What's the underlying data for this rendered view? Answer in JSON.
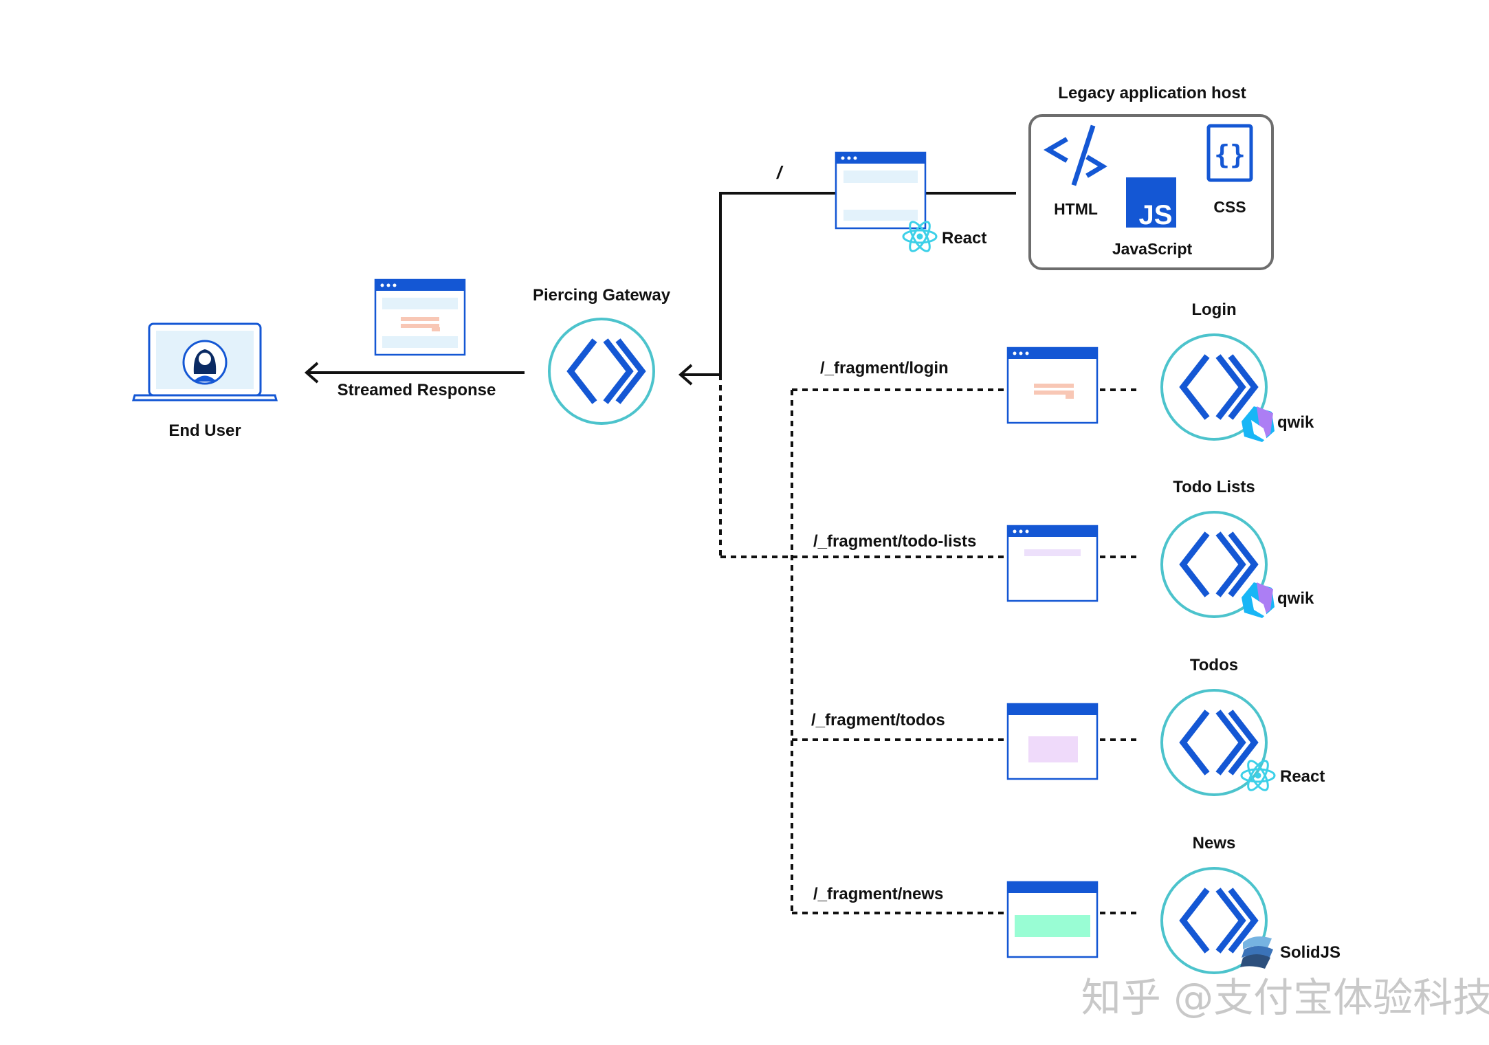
{
  "end_user": {
    "label": "End User"
  },
  "streamed_response": {
    "label": "Streamed Response"
  },
  "gateway": {
    "label": "Piercing Gateway"
  },
  "legacy": {
    "title": "Legacy application host",
    "route": "/",
    "framework": "React",
    "html_label": "HTML",
    "js_badge": "JS",
    "js_label": "JavaScript",
    "css_label": "CSS"
  },
  "fragments": [
    {
      "name": "Login",
      "route": "/_fragment/login",
      "framework": "qwik"
    },
    {
      "name": "Todo Lists",
      "route": "/_fragment/todo-lists",
      "framework": "qwik"
    },
    {
      "name": "Todos",
      "route": "/_fragment/todos",
      "framework": "React"
    },
    {
      "name": "News",
      "route": "/_fragment/news",
      "framework": "SolidJS"
    }
  ],
  "watermark": "知乎 @支付宝体验科技",
  "colors": {
    "blue": "#1457d4",
    "teal": "#4cc3cc",
    "react": "#3cd0e8",
    "qwik_purple": "#ac7ef4",
    "qwik_blue": "#18b6f6",
    "light_blue": "#e3f2fb",
    "peach": "#f8c7b5",
    "lavender": "#ede0fb",
    "pink_lavender": "#efdafa",
    "mint": "#99fdd4",
    "frame_gray": "#6d6d6d"
  }
}
